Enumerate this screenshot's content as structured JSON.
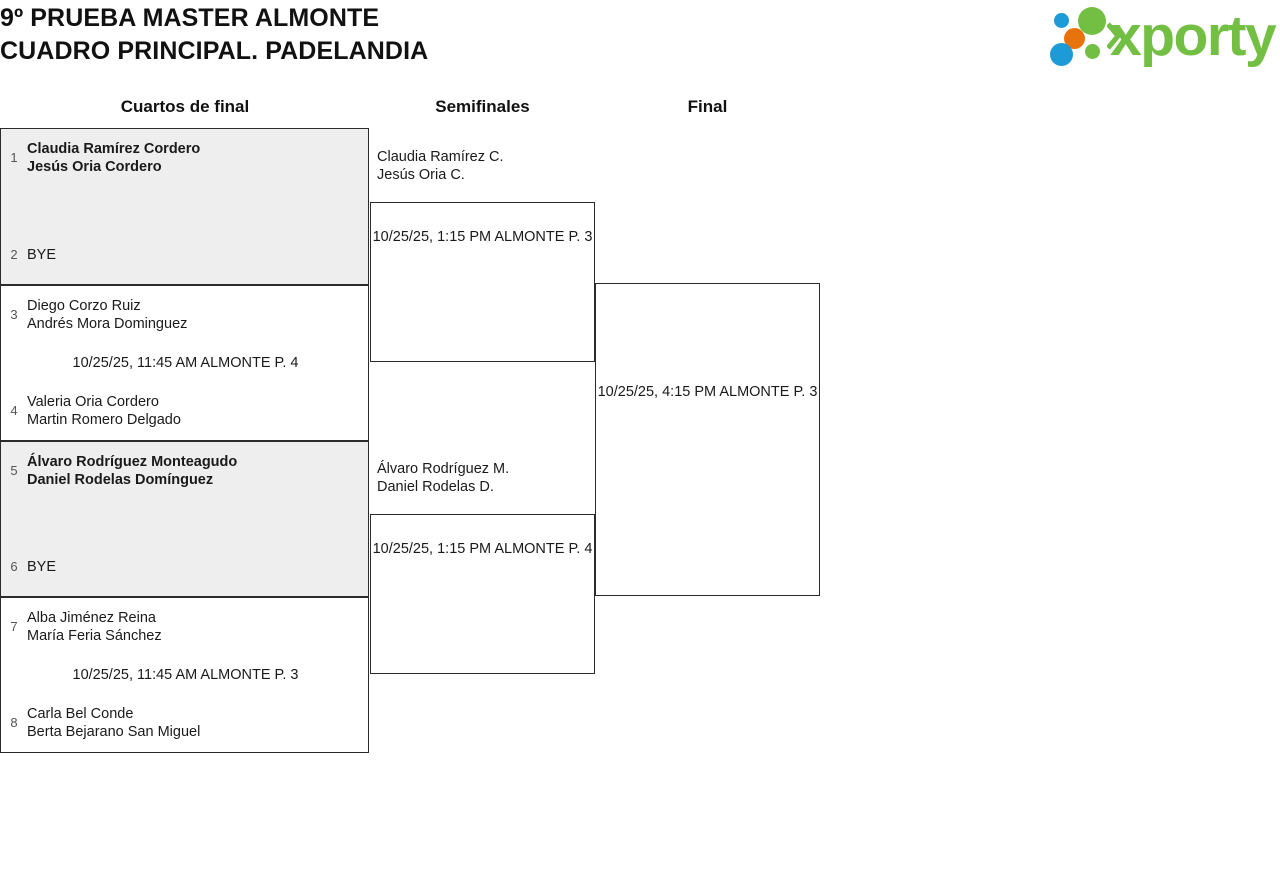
{
  "header": {
    "title": "9º PRUEBA MASTER ALMONTE\nCUADRO PRINCIPAL. PADELANDIA",
    "logo_wordmark": "xporty"
  },
  "rounds": [
    {
      "label": "Cuartos de final"
    },
    {
      "label": "Semifinales"
    },
    {
      "label": "Final"
    }
  ],
  "quarterfinals": [
    {
      "is_bye": true,
      "top": {
        "seed": "1",
        "team": "Claudia Ramírez Cordero\nJesús Oria Cordero"
      },
      "bottom": {
        "seed": "2",
        "team": "BYE"
      },
      "schedule": ""
    },
    {
      "is_bye": false,
      "top": {
        "seed": "3",
        "team": "Diego Corzo Ruiz\nAndrés Mora Dominguez"
      },
      "bottom": {
        "seed": "4",
        "team": "Valeria Oria Cordero\nMartin Romero Delgado"
      },
      "schedule": "10/25/25, 11:45 AM ALMONTE P. 4"
    },
    {
      "is_bye": true,
      "top": {
        "seed": "5",
        "team": "Álvaro Rodríguez Monteagudo\nDaniel Rodelas Domínguez"
      },
      "bottom": {
        "seed": "6",
        "team": "BYE"
      },
      "schedule": ""
    },
    {
      "is_bye": false,
      "top": {
        "seed": "7",
        "team": "Alba Jiménez Reina\nMaría Feria Sánchez"
      },
      "bottom": {
        "seed": "8",
        "team": "Carla Bel Conde\nBerta Bejarano San Miguel"
      },
      "schedule": "10/25/25, 11:45 AM ALMONTE P. 3"
    }
  ],
  "semifinals": [
    {
      "names": "Claudia Ramírez C.\nJesús Oria C.",
      "schedule": "10/25/25, 1:15 PM ALMONTE P. 3"
    },
    {
      "names": "Álvaro Rodríguez M.\nDaniel Rodelas D.",
      "schedule": "10/25/25, 1:15 PM ALMONTE P. 4"
    }
  ],
  "final": {
    "names": "",
    "schedule": "10/25/25, 4:15 PM ALMONTE P. 3"
  }
}
